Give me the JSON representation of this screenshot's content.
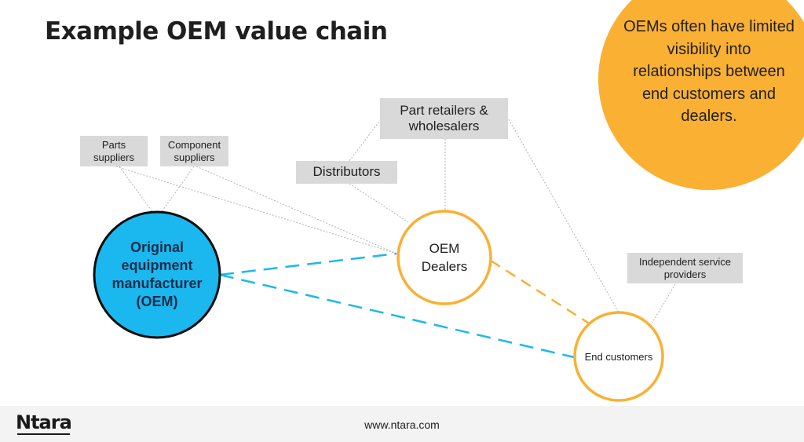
{
  "title": "Example OEM value chain",
  "callout": {
    "text": "OEMs often have limited visibility into relationships between end customers and dealers.",
    "color": "#f9b033"
  },
  "nodes": {
    "oem": {
      "label": "Original equipment manufacturer (OEM)",
      "color": "#1ab8ef"
    },
    "dealers": {
      "label": "OEM Dealers",
      "color": "#f9b033"
    },
    "end_customers": {
      "label": "End customers",
      "color": "#f9b033"
    }
  },
  "boxes": {
    "parts_suppliers": "Parts suppliers",
    "component_suppliers": "Component suppliers",
    "distributors": "Distributors",
    "part_retailers": "Part retailers & wholesalers",
    "independent_service": "Independent service providers"
  },
  "footer": {
    "logo": "Ntara",
    "url": "www.ntara.com"
  }
}
